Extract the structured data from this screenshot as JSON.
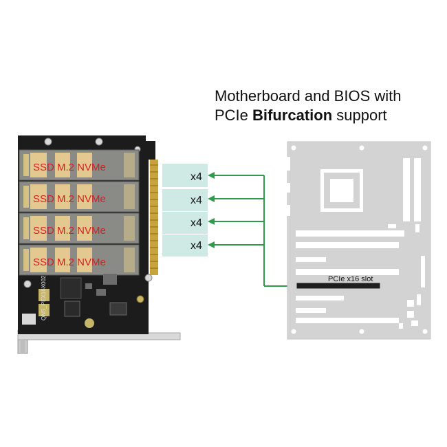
{
  "header": {
    "line1": "Motherboard and BIOS with",
    "line2_prefix": "PCIe ",
    "line2_bold": "Bifurcation",
    "line2_suffix": " support"
  },
  "card": {
    "ssd_labels": [
      "SSD M.2 NVMe",
      "SSD M.2 NVMe",
      "SSD M.2 NVMe",
      "SSD M.2 NVMe"
    ],
    "lane_labels": [
      "x4",
      "x4",
      "x4",
      "x4"
    ],
    "pcb_text": "QNS_PEX16X002"
  },
  "motherboard": {
    "slot_label": "PCIe x16 slot"
  },
  "colors": {
    "pcb": "#1c1c1c",
    "ssd_text": "#d62020",
    "lane_band": "#cfe9e4",
    "arrow": "#2e9a4e",
    "board": "#d3d3d3"
  }
}
